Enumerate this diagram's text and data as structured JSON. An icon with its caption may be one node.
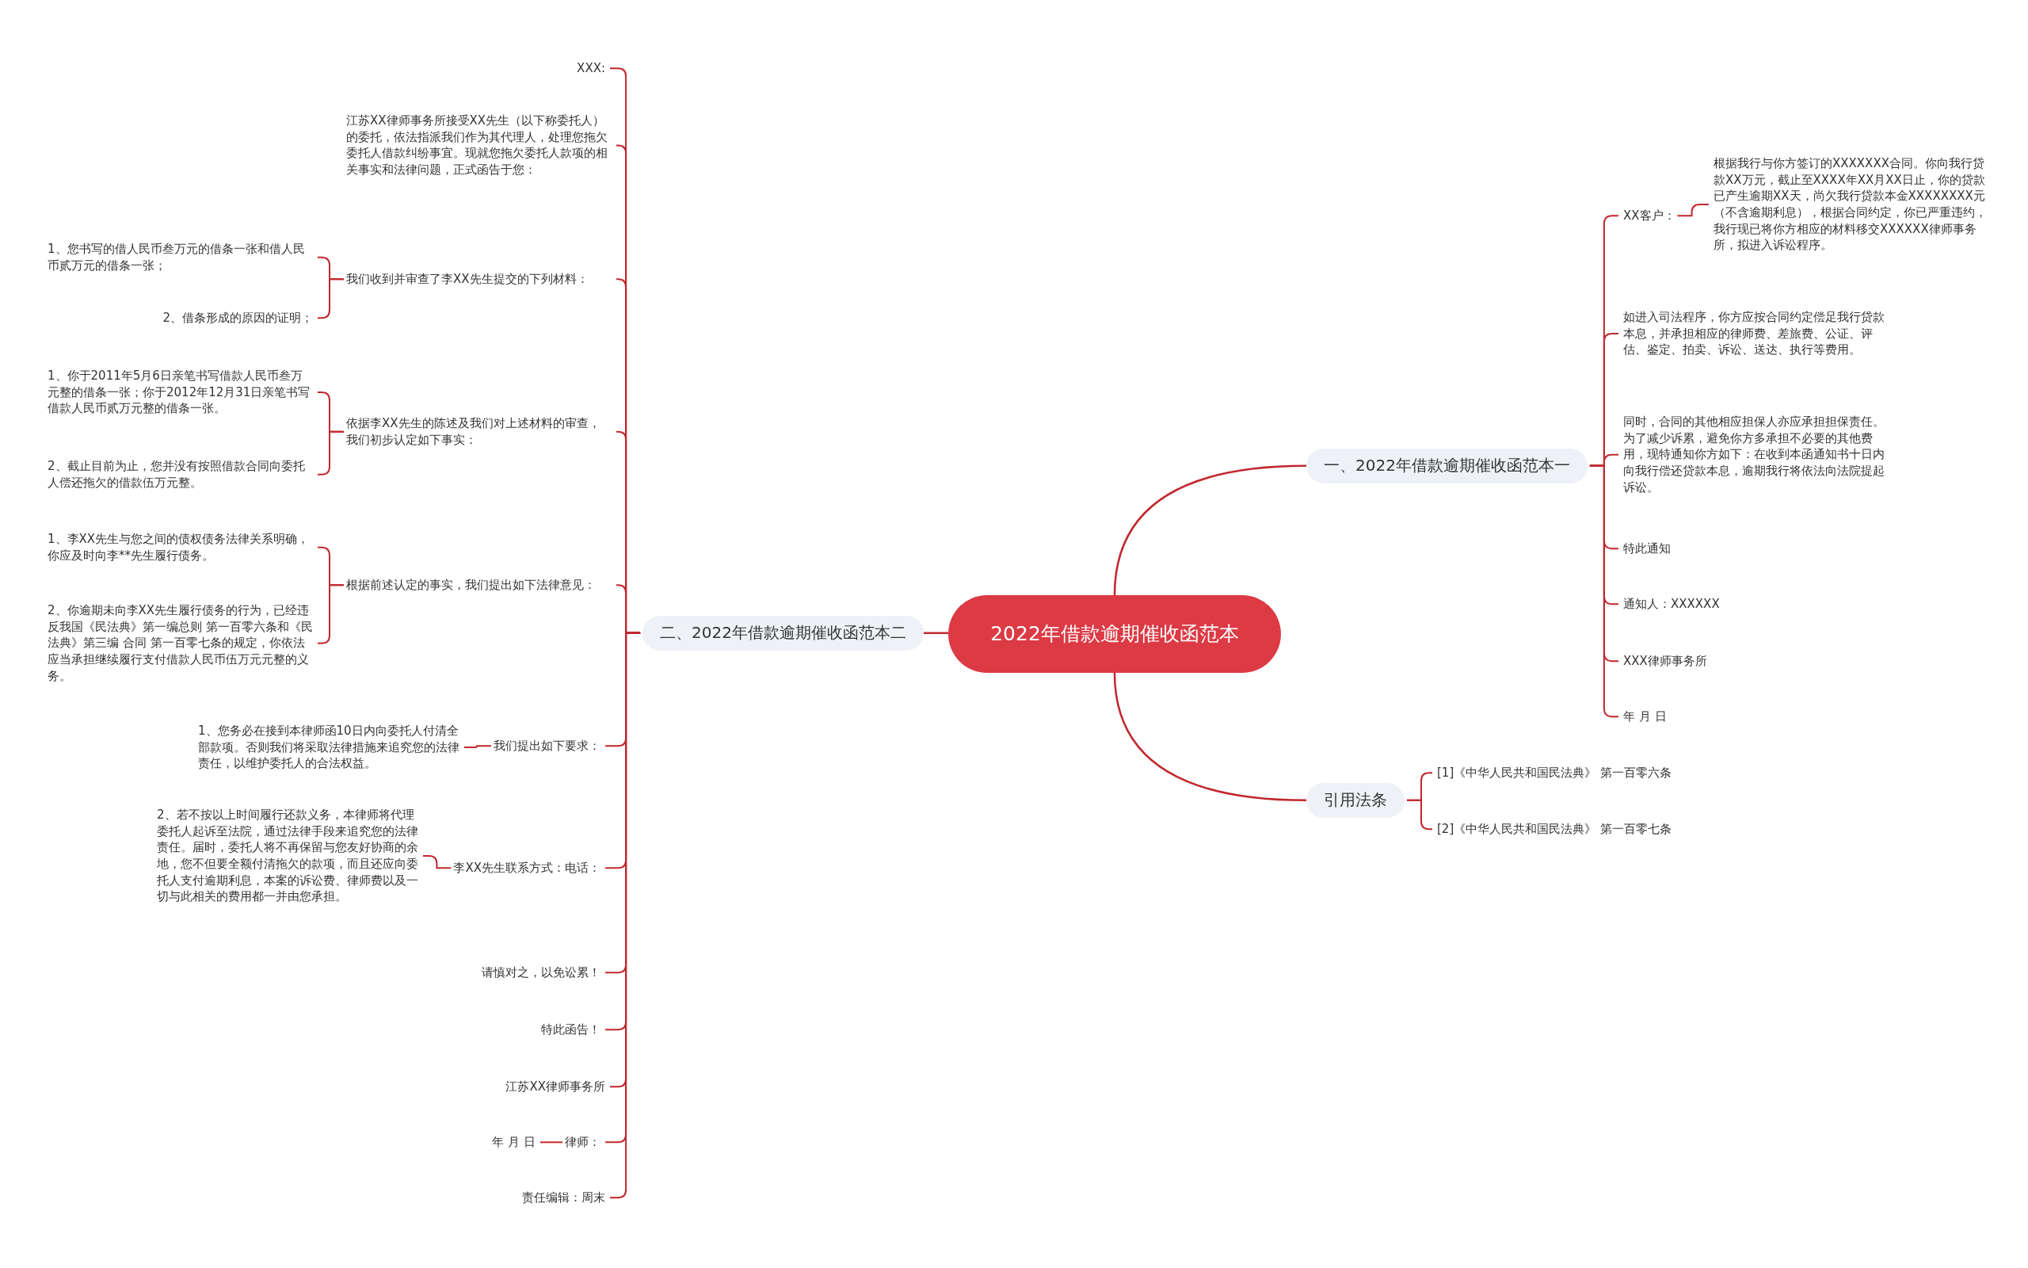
{
  "diagram": {
    "nodes": [
      {
        "text": [
          "2022年借款逾期催收函范本"
        ]
      },
      {
        "text": [
          "一、2022年借款逾期催收函范本一"
        ]
      },
      {
        "text": [
          "XX客户："
        ]
      },
      {
        "text": [
          "根据我行与你方签订的XXXXXXX合同。你向我行贷款XX万元，截止至XXXX年XX月XX日止，你的贷款已产生逾期XX天，尚欠我行贷款本金XXXXXXXX元（不含逾期利息），根据合同约定，你已严重违约，我行现已将你方相应的材料移交XXXXXX律师事务所，拟进入诉讼程序。"
        ]
      },
      {
        "text": [
          "如进入司法程序，你方应按合同约定偿足我行贷款本息，并承担相应的律师费、差旅费、公证、评估、鉴定、拍卖、诉讼、送达、执行等费用。"
        ]
      },
      {
        "text": [
          "同时，合同的其他相应担保人亦应承担担保责任。为了减少诉累，避免你方多承担不必要的其他费用，现特通知你方如下：在收到本函通知书十日内向我行偿还贷款本息，逾期我行将依法向法院提起诉讼。"
        ]
      },
      {
        "text": [
          "特此通知"
        ]
      },
      {
        "text": [
          "通知人：XXXXXX"
        ]
      },
      {
        "text": [
          "XXX律师事务所"
        ]
      },
      {
        "text": [
          "年 月 日"
        ]
      },
      {
        "text": [
          "引用法条"
        ]
      },
      {
        "text": [
          "[1]《中华人民共和国民法典》 第一百零六条"
        ]
      },
      {
        "text": [
          "[2]《中华人民共和国民法典》 第一百零七条"
        ]
      },
      {
        "text": [
          "二、2022年借款逾期催收函范本二"
        ]
      },
      {
        "text": [
          "XXX:"
        ]
      },
      {
        "text": [
          "江苏XX律师事务所接受XX先生（以下称委托人）的委托，依法指派我们作为其代理人，处理您拖欠委托人借款纠纷事宜。现就您拖欠委托人款项的相关事实和法律问题，正式函告于您："
        ]
      },
      {
        "text": [
          "我们收到并审查了李XX先生提交的下列材料："
        ]
      },
      {
        "text": [
          "1、您书写的借人民币叁万元的借条一张和借人民币贰万元的借条一张；"
        ]
      },
      {
        "text": [
          "2、借条形成的原因的证明；"
        ]
      },
      {
        "text": [
          "依据李XX先生的陈述及我们对上述材料的审查，我们初步认定如下事实："
        ]
      },
      {
        "text": [
          "1、你于2011年5月6日亲笔书写借款人民币叁万元整的借条一张；你于2012年12月31日亲笔书写借款人民币贰万元整的借条一张。"
        ]
      },
      {
        "text": [
          "2、截止目前为止，您并没有按照借款合同向委托人偿还拖欠的借款伍万元整。"
        ]
      },
      {
        "text": [
          "根据前述认定的事实，我们提出如下法律意见："
        ]
      },
      {
        "text": [
          "1、李XX先生与您之间的债权债务法律关系明确，你应及时向李**先生履行债务。"
        ]
      },
      {
        "text": [
          "2、你逾期未向李XX先生履行债务的行为，已经违反我国《民法典》第一编总则 第一百零六条和《民法典》第三编 合同 第一百零七条的规定，你依法应当承担继续履行支付借款人民币伍万元元整的义务。"
        ]
      },
      {
        "text": [
          "我们提出如下要求："
        ]
      },
      {
        "text": [
          "1、您务必在接到本律师函10日内向委托人付清全部款项。否则我们将采取法律措施来追究您的法律责任，以维护委托人的合法权益。"
        ]
      },
      {
        "text": [
          "李XX先生联系方式：电话："
        ]
      },
      {
        "text": [
          "2、若不按以上时间履行还款义务，本律师将代理委托人起诉至法院，通过法律手段来追究您的法律责任。届时，委托人将不再保留与您友好协商的余地，您不但要全额付清拖欠的款项，而且还应向委托人支付逾期利息，本案的诉讼费、律师费以及一切与此相关的费用都一并由您承担。"
        ]
      },
      {
        "text": [
          "请慎对之，以免讼累！"
        ]
      },
      {
        "text": [
          "特此函告！"
        ]
      },
      {
        "text": [
          "江苏XX律师事务所"
        ]
      },
      {
        "text": [
          "律师："
        ]
      },
      {
        "text": [
          "年 月 日"
        ]
      },
      {
        "text": [
          "责任编辑：周末"
        ]
      }
    ],
    "edges": [
      {
        "from": 0,
        "to": 1,
        "arrow": "none"
      },
      {
        "from": 1,
        "to": 2,
        "arrow": "none"
      },
      {
        "from": 2,
        "to": 3,
        "arrow": "none"
      },
      {
        "from": 1,
        "to": 4,
        "arrow": "none"
      },
      {
        "from": 1,
        "to": 5,
        "arrow": "none"
      },
      {
        "from": 1,
        "to": 6,
        "arrow": "none"
      },
      {
        "from": 1,
        "to": 7,
        "arrow": "none"
      },
      {
        "from": 1,
        "to": 8,
        "arrow": "none"
      },
      {
        "from": 1,
        "to": 9,
        "arrow": "none"
      },
      {
        "from": 0,
        "to": 10,
        "arrow": "none"
      },
      {
        "from": 10,
        "to": 11,
        "arrow": "none"
      },
      {
        "from": 10,
        "to": 12,
        "arrow": "none"
      },
      {
        "from": 0,
        "to": 13,
        "arrow": "none"
      },
      {
        "from": 13,
        "to": 14,
        "arrow": "none"
      },
      {
        "from": 13,
        "to": 15,
        "arrow": "none"
      },
      {
        "from": 13,
        "to": 16,
        "arrow": "none"
      },
      {
        "from": 16,
        "to": 17,
        "arrow": "none"
      },
      {
        "from": 16,
        "to": 18,
        "arrow": "none"
      },
      {
        "from": 13,
        "to": 19,
        "arrow": "none"
      },
      {
        "from": 19,
        "to": 20,
        "arrow": "none"
      },
      {
        "from": 19,
        "to": 21,
        "arrow": "none"
      },
      {
        "from": 13,
        "to": 22,
        "arrow": "none"
      },
      {
        "from": 22,
        "to": 23,
        "arrow": "none"
      },
      {
        "from": 22,
        "to": 24,
        "arrow": "none"
      },
      {
        "from": 13,
        "to": 25,
        "arrow": "none"
      },
      {
        "from": 25,
        "to": 26,
        "arrow": "none"
      },
      {
        "from": 13,
        "to": 27,
        "arrow": "none"
      },
      {
        "from": 27,
        "to": 28,
        "arrow": "none"
      },
      {
        "from": 13,
        "to": 29,
        "arrow": "none"
      },
      {
        "from": 13,
        "to": 30,
        "arrow": "none"
      },
      {
        "from": 13,
        "to": 31,
        "arrow": "none"
      },
      {
        "from": 13,
        "to": 32,
        "arrow": "none"
      },
      {
        "from": 32,
        "to": 33,
        "arrow": "none"
      },
      {
        "from": 13,
        "to": 34,
        "arrow": "none"
      }
    ]
  }
}
